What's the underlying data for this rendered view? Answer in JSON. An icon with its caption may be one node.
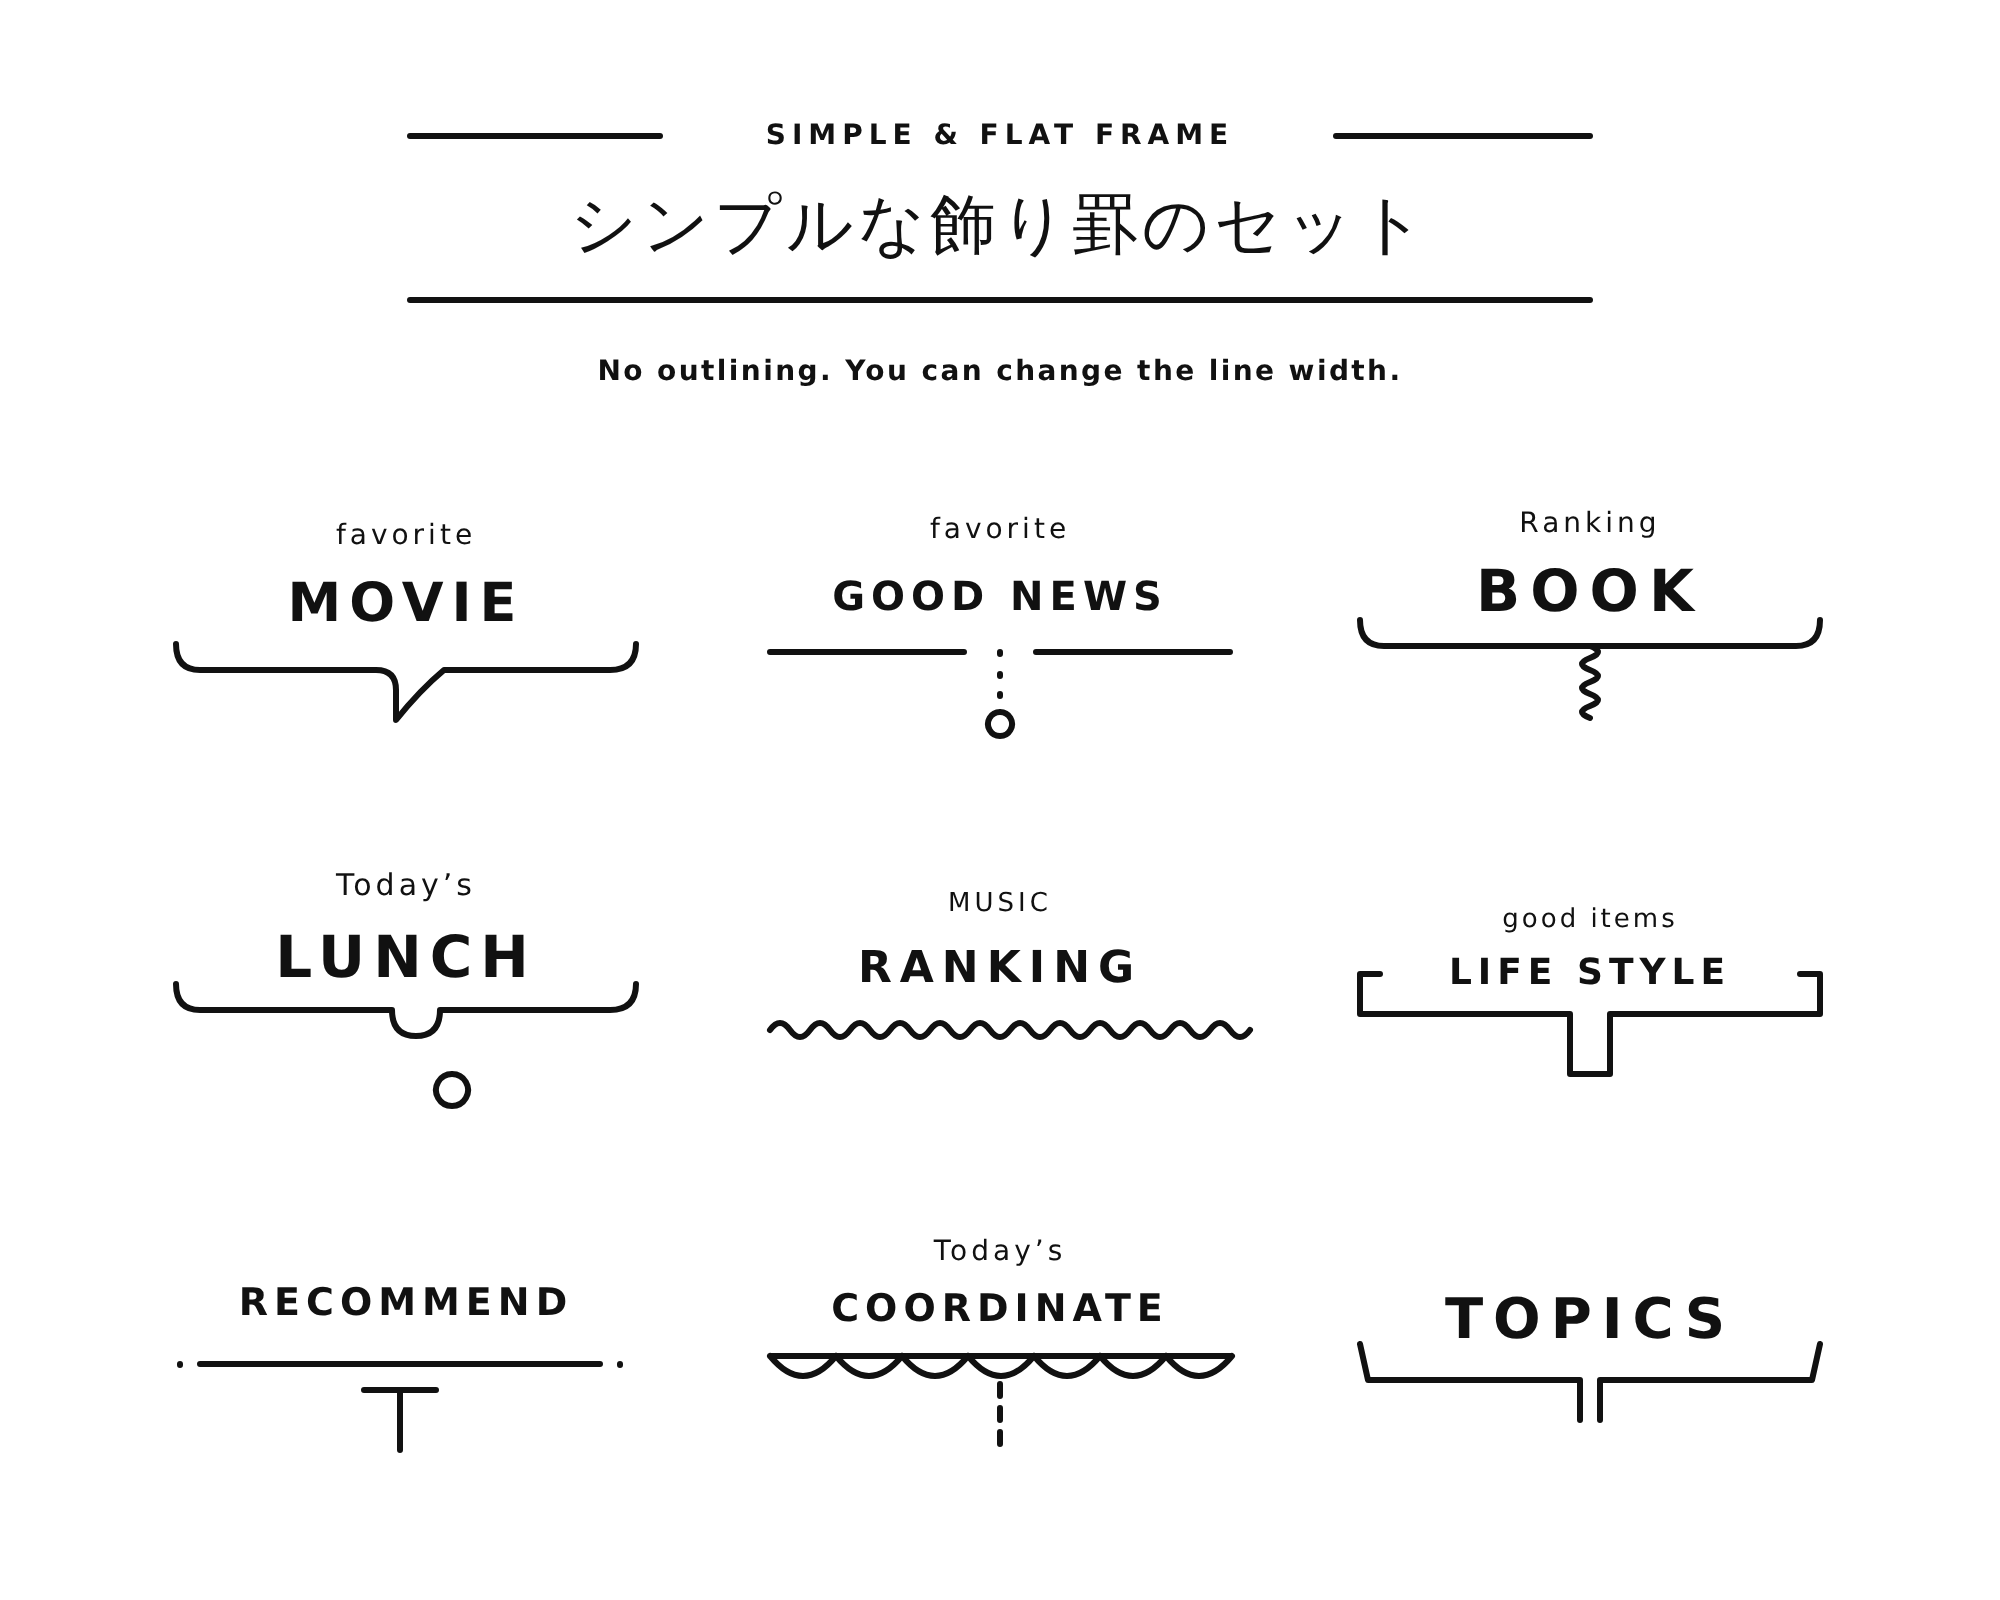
{
  "diagram": {
    "title": "シンプルな飾り罫のセット",
    "labels": [
      "SIMPLE & FLAT FRAME",
      "No outlining. You can change the line width.",
      "favorite",
      "MOVIE",
      "favorite",
      "GOOD NEWS",
      "Ranking",
      "BOOK",
      "Today’s",
      "LUNCH",
      "MUSIC",
      "RANKING",
      "good items",
      "LIFE STYLE",
      "RECOMMEND",
      "Today’s",
      "COORDINATE",
      "TOPICS"
    ]
  }
}
